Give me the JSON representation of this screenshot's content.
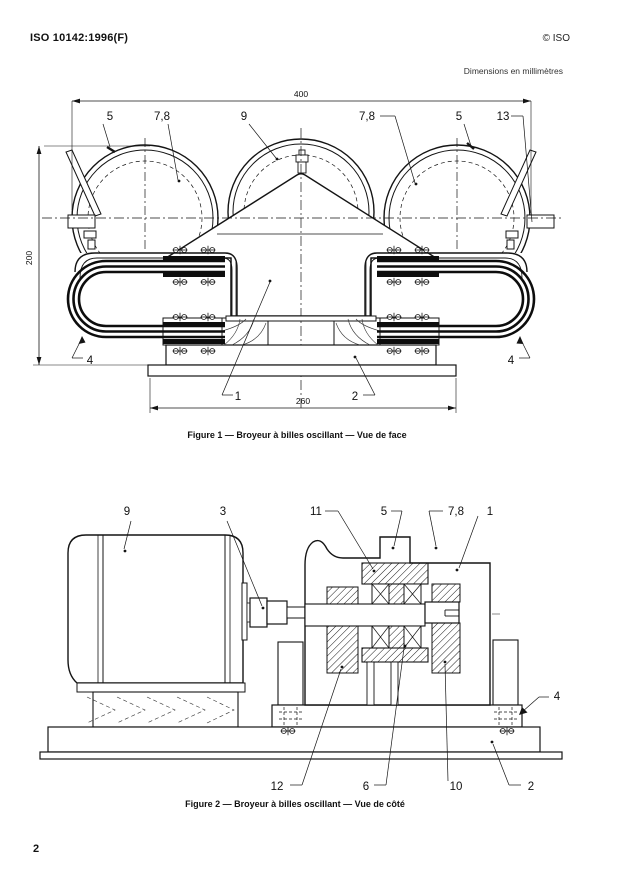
{
  "header": {
    "doc_number": "ISO 10142:1996(F)",
    "copyright": "© ISO"
  },
  "dimensions_note": "Dimensions en millimètres",
  "figure1": {
    "caption": "Figure 1 — Broyeur à billes oscillant — Vue de face",
    "dim_width": "400",
    "dim_height": "200",
    "dim_base": "260",
    "labels": {
      "jar_left": "5",
      "lid_left": "7,8",
      "cover": "9",
      "lid_right": "7,8",
      "jar_right": "5",
      "clamp": "13",
      "spring_left": "4",
      "body": "1",
      "base": "2",
      "spring_right": "4"
    }
  },
  "figure2": {
    "caption": "Figure 2 — Broyeur à billes oscillant — Vue de côté",
    "labels": {
      "motor": "9",
      "coupling": "3",
      "bearing_top": "11",
      "post": "5",
      "lid": "7,8",
      "housing": "1",
      "support": "4",
      "eccentric_left": "12",
      "bearing": "6",
      "eccentric_right": "10",
      "base_plate": "2"
    }
  },
  "page": {
    "number": "2"
  }
}
